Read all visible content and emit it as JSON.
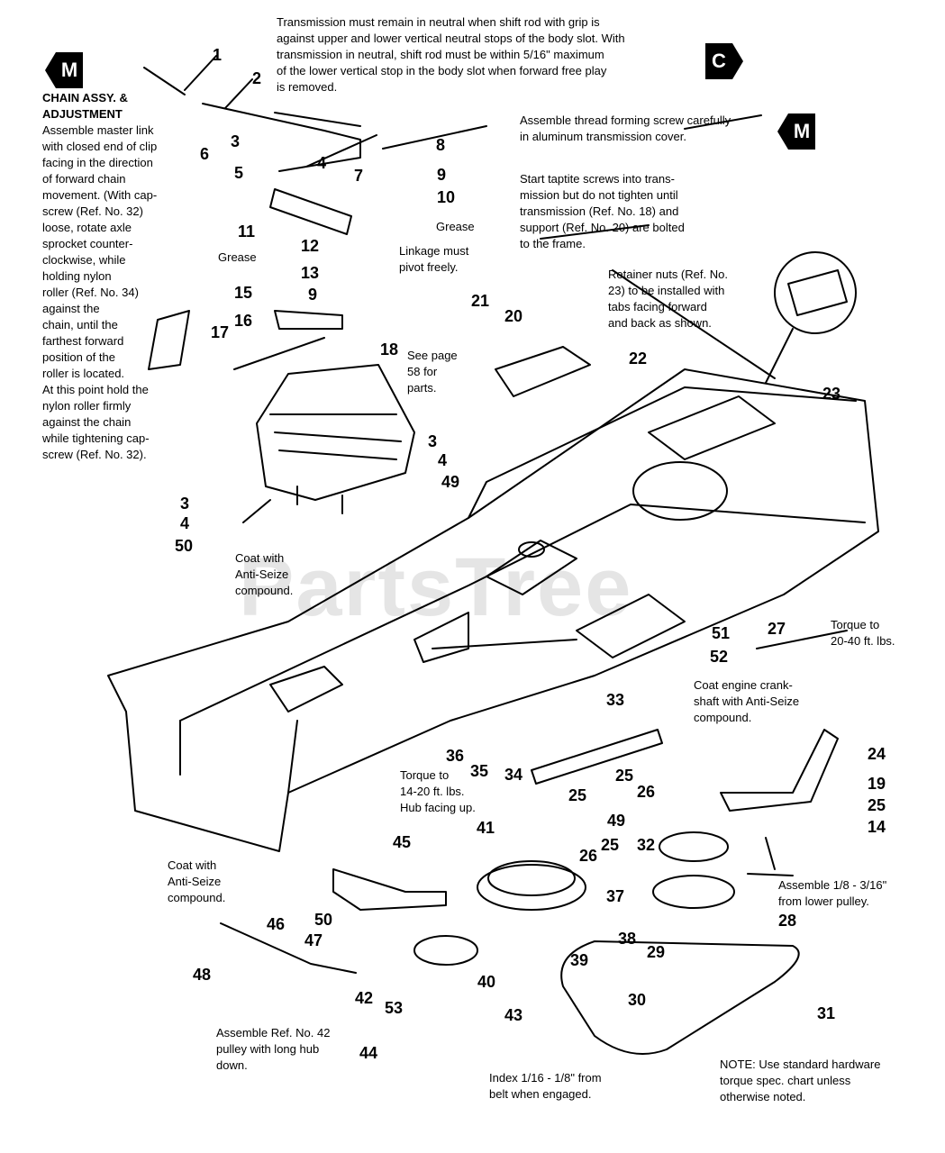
{
  "watermark": "PartsTree",
  "tabs": {
    "left_top": "M",
    "center_top": "C",
    "right_mid": "M"
  },
  "notes": {
    "chain_title": "CHAIN ASSY. &\nADJUSTMENT",
    "chain_body": "Assemble master link\nwith closed end of clip\nfacing in the direction\nof forward chain\nmovement. (With cap-\nscrew (Ref. No. 32)\nloose, rotate axle\nsprocket counter-\nclockwise, while\nholding nylon\nroller (Ref. No. 34)\nagainst the\nchain, until the\nfarthest forward\nposition of the\nroller is located.\nAt this point hold the\nnylon roller firmly\nagainst the chain\nwhile tightening cap-\nscrew (Ref. No. 32).",
    "transmission": "Transmission must remain in neutral when shift rod with grip is\nagainst upper and lower vertical neutral stops of the body slot. With\ntransmission in neutral, shift rod must be within 5/16\" maximum\nof the lower vertical stop in the body slot when forward free play\nis removed.",
    "thread_screw": "Assemble thread forming screw carefully\nin aluminum transmission cover.",
    "taptite": "Start taptite screws into trans-\nmission but do not tighten until\ntransmission (Ref. No. 18) and\nsupport (Ref. No. 20) are bolted\nto the frame.",
    "retainer": "Retainer nuts (Ref. No.\n23) to be installed with\ntabs facing forward\nand back as shown.",
    "grease_1": "Grease",
    "grease_2": "Grease",
    "linkage": "Linkage must\npivot freely.",
    "see_page": "See page\n58 for\nparts.",
    "coat_antiseize_1": "Coat with\nAnti-Seize\ncompound.",
    "torque_20_40": "Torque to\n20-40 ft. lbs.",
    "coat_crankshaft": "Coat engine crank-\nshaft with Anti-Seize\ncompound.",
    "torque_14_20": "Torque to\n14-20 ft. lbs.\nHub facing up.",
    "coat_antiseize_2": "Coat with\nAnti-Seize\ncompound.",
    "assemble_18": "Assemble 1/8 - 3/16\"\nfrom lower pulley.",
    "assemble_42": "Assemble Ref. No. 42\npulley with long hub\ndown.",
    "index": "Index 1/16 - 1/8\" from\nbelt when engaged.",
    "torque_note": "NOTE: Use standard hardware\ntorque spec. chart unless\notherwise noted."
  },
  "callouts": [
    "1",
    "2",
    "3",
    "4",
    "5",
    "6",
    "7",
    "8",
    "9",
    "10",
    "11",
    "12",
    "13",
    "9",
    "15",
    "16",
    "17",
    "18",
    "3",
    "4",
    "49",
    "3",
    "4",
    "50",
    "21",
    "20",
    "22",
    "23",
    "51",
    "52",
    "27",
    "33",
    "36",
    "35",
    "34",
    "25",
    "26",
    "25",
    "49",
    "26",
    "25",
    "32",
    "24",
    "19",
    "25",
    "14",
    "41",
    "45",
    "37",
    "46",
    "50",
    "47",
    "38",
    "39",
    "28",
    "29",
    "48",
    "42",
    "53",
    "40",
    "30",
    "31",
    "43",
    "44"
  ]
}
